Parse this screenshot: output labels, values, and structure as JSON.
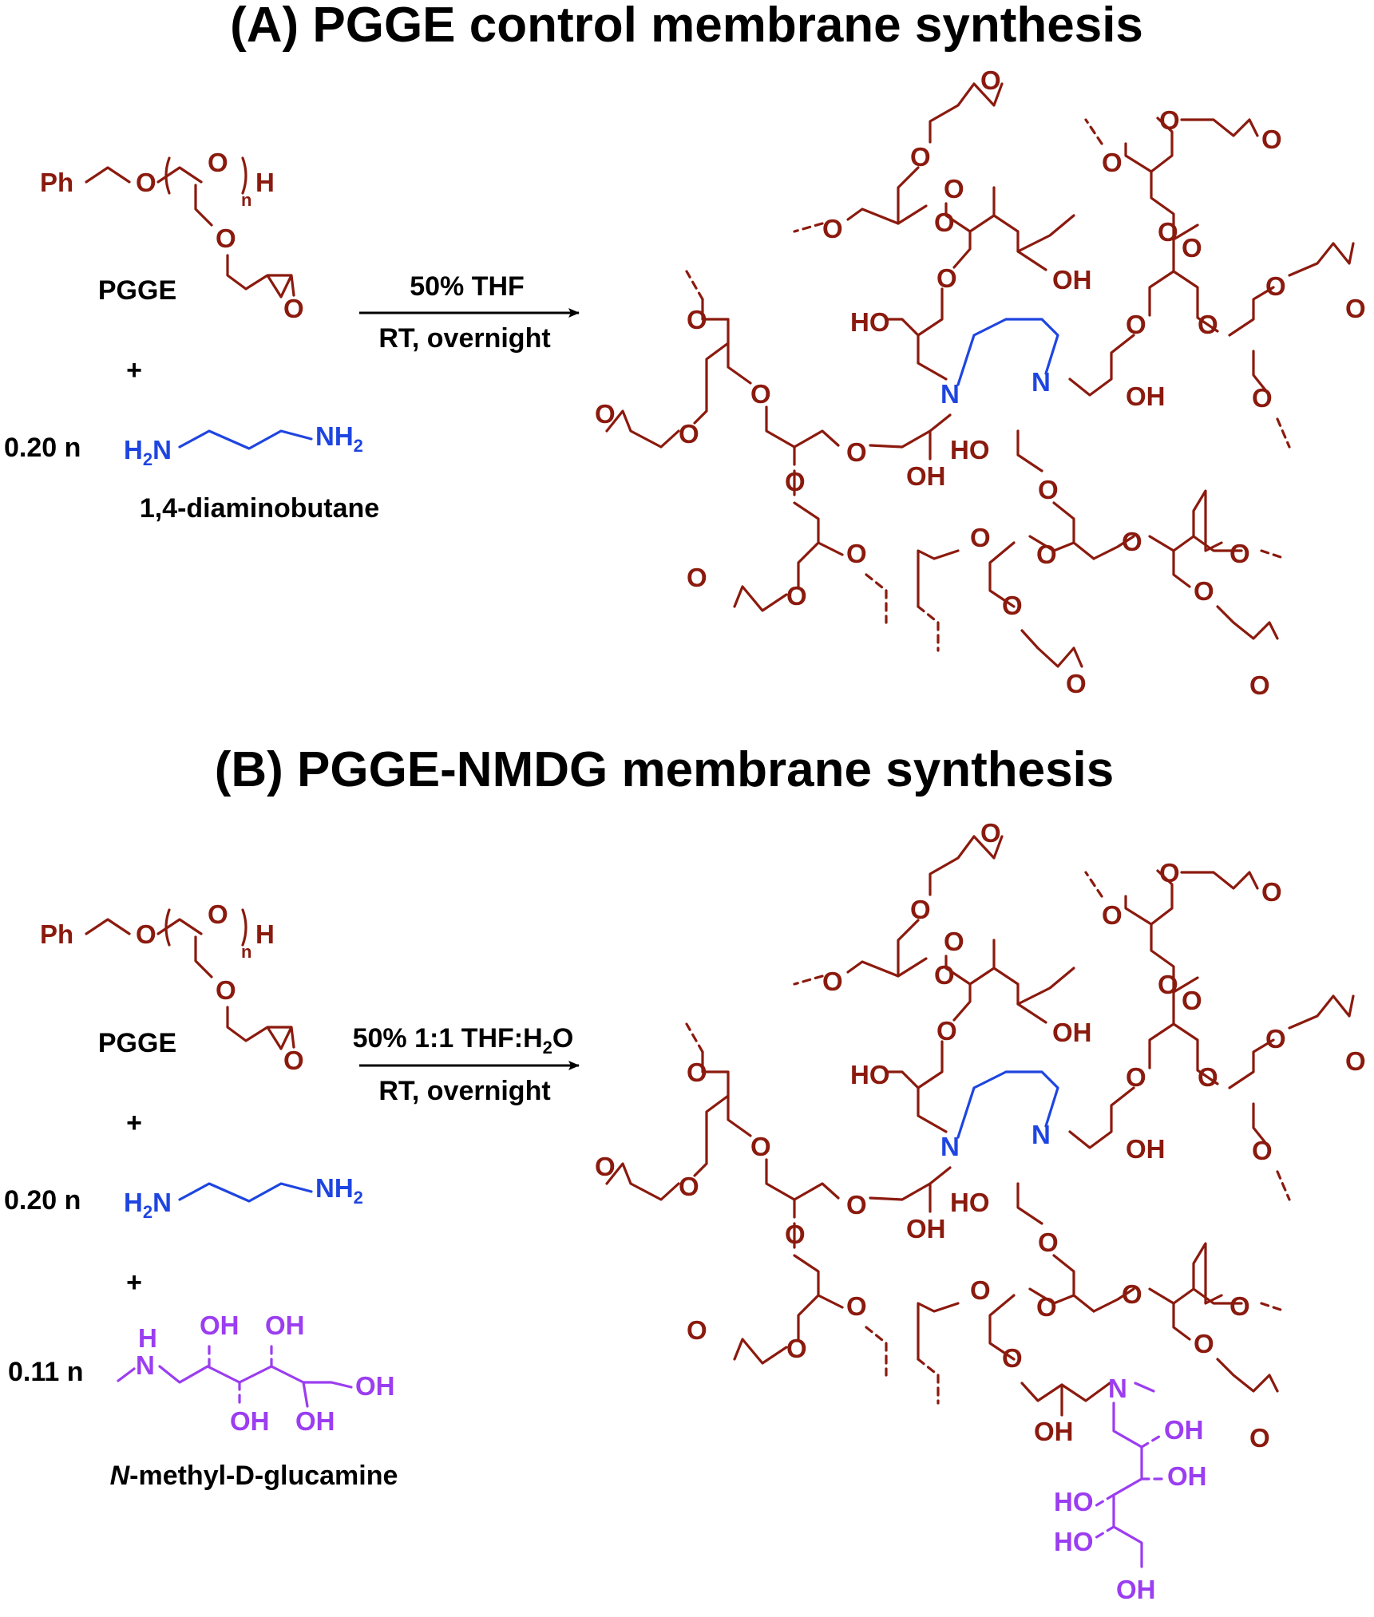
{
  "panel_a": {
    "heading": "(A) PGGE control membrane synthesis",
    "pgge": {
      "label": "PGGE",
      "ph": "Ph",
      "o": "O",
      "n": "n",
      "h": "H"
    },
    "plus": "+",
    "amine": {
      "ratio": "0.20 n",
      "h2n": "H",
      "h2n_sub": "2",
      "h2n_n": "N",
      "nh2": "NH",
      "nh2_sub": "2",
      "name": "1,4-diaminobutane"
    },
    "conditions": {
      "line1": "50% THF",
      "line2": "RT, overnight"
    },
    "product": {
      "o": "O",
      "oh": "OH",
      "ho": "HO",
      "n": "N"
    }
  },
  "panel_b": {
    "heading": "(B) PGGE-NMDG membrane synthesis",
    "pgge": {
      "label": "PGGE",
      "ph": "Ph",
      "o": "O",
      "n": "n",
      "h": "H"
    },
    "plus1": "+",
    "plus2": "+",
    "amine": {
      "ratio": "0.20 n",
      "h2n": "H",
      "h2n_sub": "2",
      "h2n_n": "N",
      "nh2": "NH",
      "nh2_sub": "2"
    },
    "nmdg": {
      "ratio": "0.11 n",
      "h": "H",
      "n": "N",
      "oh": "OH",
      "name_italic": "N",
      "name_rest": "-methyl-D-glucamine"
    },
    "conditions": {
      "line1_pre": "50% 1:1 THF:H",
      "line1_sub": "2",
      "line1_post": "O",
      "line2": "RT, overnight"
    },
    "product": {
      "o": "O",
      "oh": "OH",
      "ho": "HO",
      "n": "N"
    }
  },
  "colors": {
    "pgge": "#8b1a0e",
    "diamine": "#1f45e0",
    "nmdg": "#9b3df0",
    "text": "#000000"
  }
}
